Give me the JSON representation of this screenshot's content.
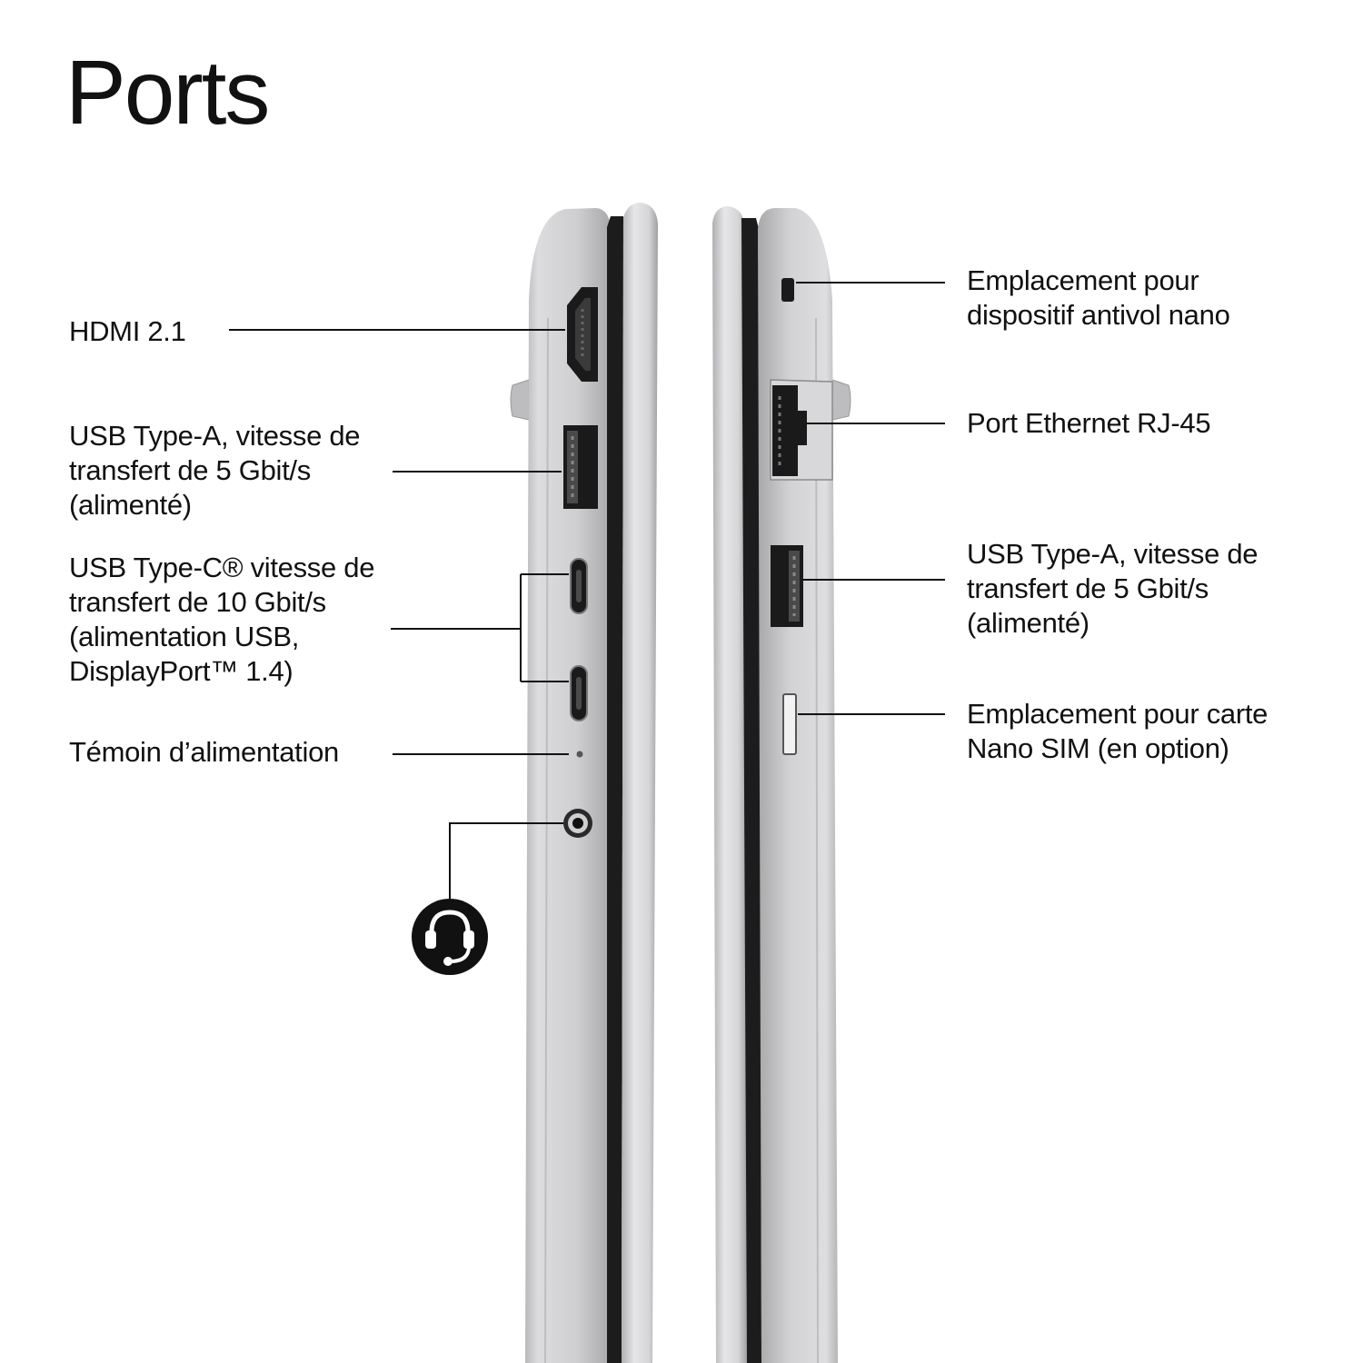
{
  "title": "Ports",
  "left_side": {
    "labels": [
      {
        "id": "hdmi",
        "text": "HDMI 2.1"
      },
      {
        "id": "usb-a",
        "text": "USB Type-A, vitesse de\ntransfert de 5 Gbit/s\n(alimenté)"
      },
      {
        "id": "usb-c",
        "text": "USB Type-C® vitesse de\ntransfert de 10 Gbit/s\n(alimentation USB,\nDisplayPort™ 1.4)"
      },
      {
        "id": "power-led",
        "text": "Témoin d’alimentation"
      }
    ],
    "icons": [
      "headset-icon"
    ]
  },
  "right_side": {
    "labels": [
      {
        "id": "lock-slot",
        "text": "Emplacement pour\ndispositif antivol nano"
      },
      {
        "id": "ethernet",
        "text": "Port Ethernet RJ-45"
      },
      {
        "id": "usb-a-right",
        "text": "USB Type-A, vitesse de\ntransfert de 5 Gbit/s\n(alimenté)"
      },
      {
        "id": "sim-slot",
        "text": "Emplacement pour carte\nNano SIM (en option)"
      }
    ]
  },
  "colors": {
    "chassis": "#c9c9cb",
    "chassis_light": "#e4e4e6",
    "chassis_dark": "#a9a9ab",
    "port": "#1a1a1a",
    "leader_line": "#111111"
  }
}
